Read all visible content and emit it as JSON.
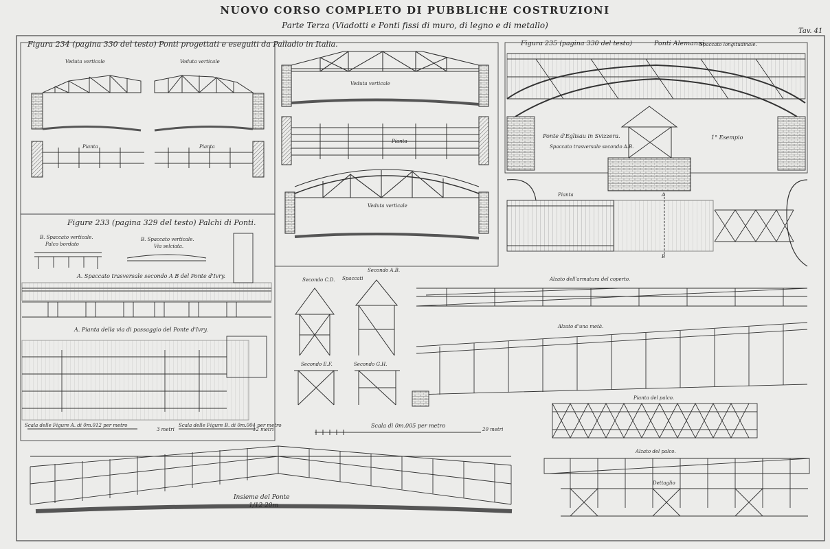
{
  "header": {
    "title": "NUOVO CORSO COMPLETO DI PUBBLICHE COSTRUZIONI",
    "subtitle": "Parte Terza (Viadotti e Ponti fissi di muro, di legno e di metallo)",
    "plate_number": "Tav. 41"
  },
  "fig234": {
    "caption": "Figura 234 (pagina 330 del testo) Ponti progettati e eseguiti da Palladio in Italia.",
    "labels": {
      "veduta_left": "Veduta verticale",
      "veduta_right": "Veduta verticale",
      "pianta_left": "Pianta",
      "pianta_right": "Pianta",
      "veduta_center_top": "Veduta verticale",
      "pianta_center": "Pianta",
      "veduta_center_bottom": "Veduta verticale"
    }
  },
  "fig235": {
    "caption": "Figura 235 (pagina 330 del testo)",
    "title": "Ponti Alemanni",
    "subtitle": "Spaccato longitudinale.",
    "labels": {
      "ponte": "Ponte d'Eglisau in Svizzera.",
      "spaccato": "Spaccato trasversale secondo A.B.",
      "esempio": "1° Esempio",
      "pianta": "Pianta",
      "a": "A",
      "b": "B"
    }
  },
  "fig233": {
    "caption": "Figure 233 (pagina 329 del testo) Palchi di Ponti.",
    "labels": {
      "b1_line1": "B. Spaccato verticale.",
      "b1_line2": "Palco bordato",
      "b2_line1": "B. Spaccato verticale.",
      "b2_line2": "Via selciata.",
      "a_spaccato": "A. Spaccato trasversale secondo A B del Ponte d'Ivry.",
      "a_pianta": "A. Pianta della via di passaggio del Ponte d'Ivry.",
      "scale1": "Scala delle Figure A. di 0m.012 per metro",
      "scale1_end": "3 metri",
      "scale2": "Scala delle Figure B. di 0m.004 per metro",
      "scale2_end": "12 metri"
    }
  },
  "center_sections": {
    "spaccati": "Spaccati",
    "cd": "Secondo C.D.",
    "ab": "Secondo A.B.",
    "ef": "Secondo E.F.",
    "gh": "Secondo G.H.",
    "scale": "Scala di 0m.005 per metro",
    "scale_end": "20 metri"
  },
  "right_lower": {
    "alzato_armatura": "Alzato dell'armatura del coperto.",
    "alzato_meta": "Alzato d'una metà.",
    "pianta_palco": "Pianta del palco.",
    "alzato_palco": "Alzato del palco.",
    "dettaglio": "Dettaglio"
  },
  "bottom": {
    "line1": "Insieme del Ponte",
    "line2": "1/12 20m"
  }
}
